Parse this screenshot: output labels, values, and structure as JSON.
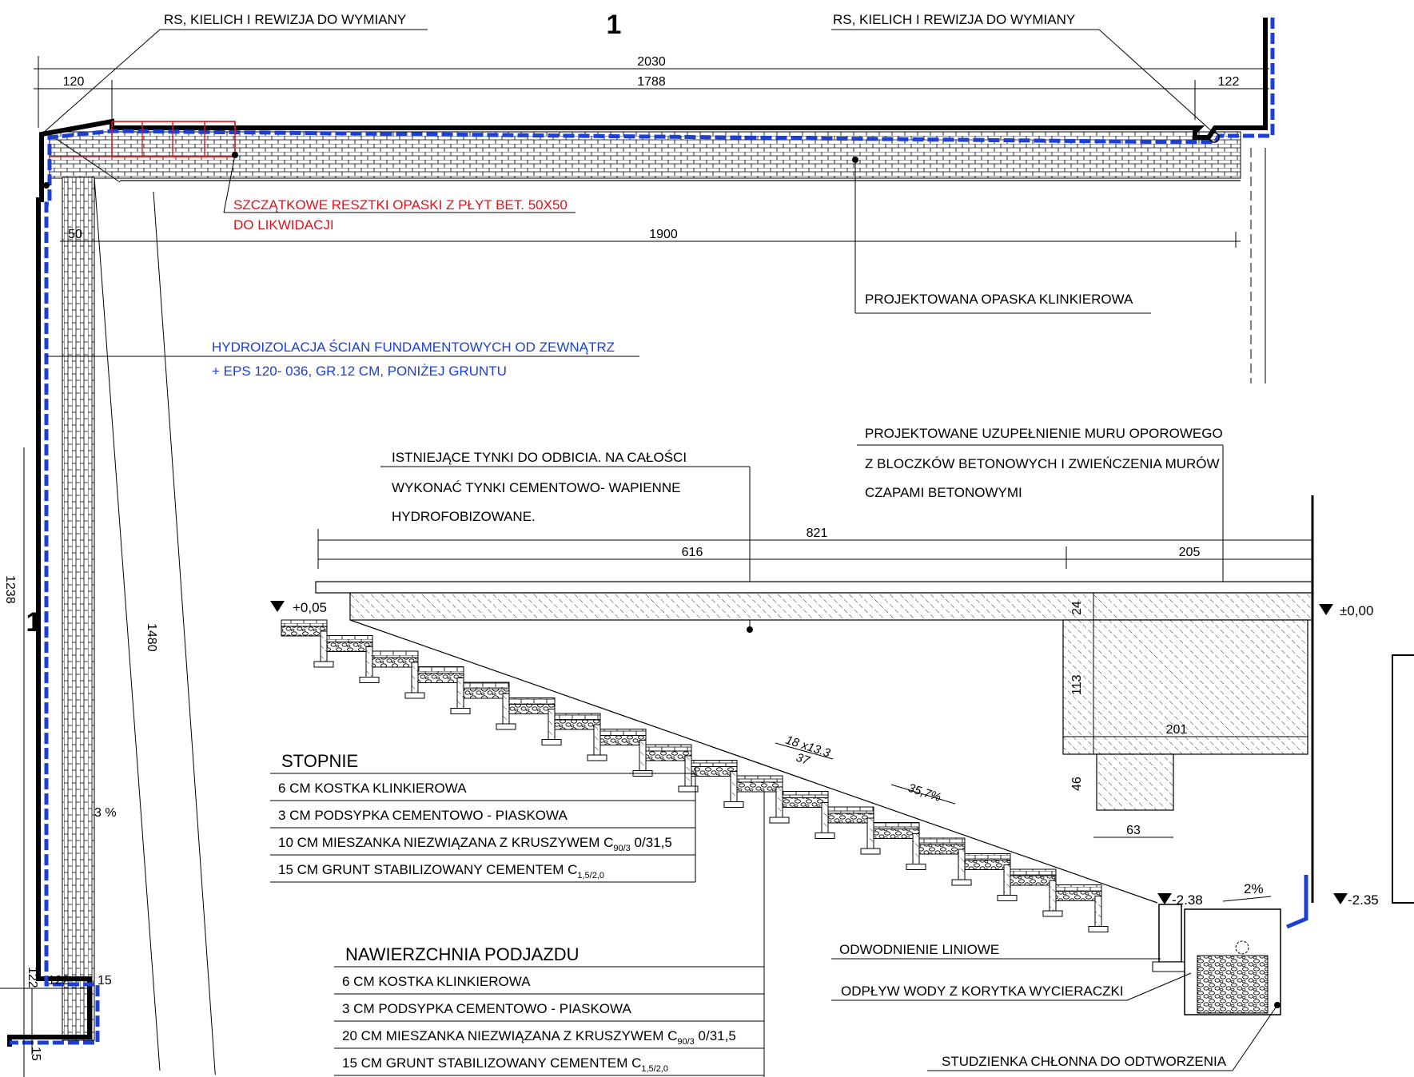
{
  "colors": {
    "ink": "#000000",
    "waterproofing": "#1c3fd6",
    "demolition": "#e0121b"
  },
  "section_mark": "1",
  "leaders": {
    "rs_left": "RS, KIELICH I REWIZJA DO WYMIANY",
    "rs_right": "RS, KIELICH I REWIZJA DO WYMIANY",
    "remnants_line1": "SZCZĄTKOWE RESZTKI  OPASKI Z PŁYT BET. 50X50",
    "remnants_line2": "DO LIKWIDACJI",
    "clinker_band": "PROJEKTOWANA OPASKA KLINKIEROWA",
    "waterproofing_line1": "HYDROIZOLACJA ŚCIAN FUNDAMENTOWYCH OD ZEWNĄTRZ",
    "waterproofing_line2": "+ EPS  120- 036, GR.12 CM, PONIŻEJ GRUNTU",
    "plaster_line1": "ISTNIEJĄCE TYNKI DO ODBICIA. NA CAŁOŚCI",
    "plaster_line2": "WYKONAĆ TYNKI CEMENTOWO- WAPIENNE",
    "plaster_line3": "HYDROFOBIZOWANE.",
    "retaining_line1": "PROJEKTOWANE UZUPEŁNIENIE MURU OPOROWEGO",
    "retaining_line2": "Z BLOCZKÓW BETONOWYCH I ZWIEŃCZENIA MURÓW",
    "retaining_line3": "CZAPAMI BETONOWYMI",
    "linear_drainage": "ODWODNIENIE LINIOWE",
    "wiper_outflow": "ODPŁYW WODY Z KORYTKA WYCIERACZKI",
    "soakaway": "STUDZIENKA CHŁONNA DO ODTWORZENIA"
  },
  "dimensions": {
    "top_total": "2030",
    "top_left": "120",
    "top_middle": "1788",
    "top_right": "122",
    "inner_length": "1900",
    "offset_50": "50",
    "side_1238": "1238",
    "side_1480": "1480",
    "bottom_122a": "122",
    "bottom_122b": "122",
    "bottom_15a": "15",
    "bottom_15b": "15",
    "slope_3": "3 %",
    "stair_total": "821",
    "stair_run": "616",
    "landing": "205",
    "cap_24": "24",
    "wall_113": "113",
    "wall_201": "201",
    "footing_46": "46",
    "footing_63": "63",
    "step_size": "18 x13.3",
    "step_count": "37",
    "stair_slope": "35,7%",
    "drain_slope": "2%"
  },
  "levels": {
    "top_stairs": "+0,05",
    "zero": "±0,00",
    "bottom_stairs": "-2.38",
    "garage": "-2.35"
  },
  "legend_steps": {
    "title": "STOPNIE",
    "rows": [
      {
        "base": "6 CM KOSTKA KLINKIEROWA",
        "sub": "",
        "tail": ""
      },
      {
        "base": "3 CM PODSYPKA CEMENTOWO - PIASKOWA",
        "sub": "",
        "tail": ""
      },
      {
        "base": "10 CM MIESZANKA NIEZWIĄZANA Z KRUSZYWEM C",
        "sub": "90/3",
        "tail": " 0/31,5"
      },
      {
        "base": "15 CM GRUNT STABILIZOWANY CEMENTEM C",
        "sub": "1,5/2,0",
        "tail": ""
      }
    ]
  },
  "legend_driveway": {
    "title": "NAWIERZCHNIA PODJAZDU",
    "rows": [
      {
        "base": "6 CM KOSTKA KLINKIEROWA",
        "sub": "",
        "tail": ""
      },
      {
        "base": "3 CM PODSYPKA CEMENTOWO - PIASKOWA",
        "sub": "",
        "tail": ""
      },
      {
        "base": "20 CM MIESZANKA NIEZWIĄZANA Z KRUSZYWEM C",
        "sub": "90/3",
        "tail": " 0/31,5"
      },
      {
        "base": "15 CM GRUNT STABILIZOWANY CEMENTEM C",
        "sub": "1,5/2,0",
        "tail": ""
      }
    ]
  }
}
